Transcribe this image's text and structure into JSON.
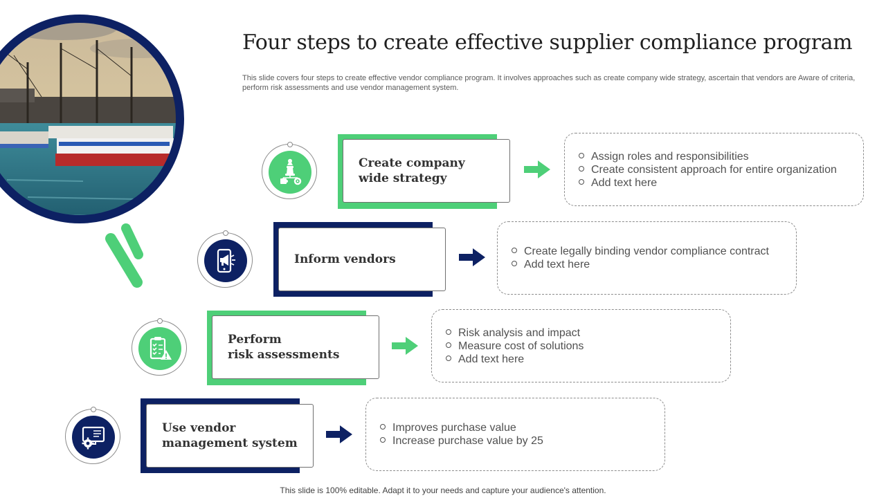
{
  "header": {
    "title": "Four steps to create effective supplier compliance program",
    "subtitle": "This slide covers four steps to create effective vendor compliance program. It involves approaches such as create company wide strategy, ascertain that vendors are Aware of criteria, perform risk assessments and use vendor management system."
  },
  "colors": {
    "green": "#4ecf78",
    "navy": "#0d2163"
  },
  "steps": [
    {
      "label": "Create company\nwide strategy",
      "icon": "strategy-chess-puzzle-icon",
      "theme": "green",
      "details": [
        "Assign roles and responsibilities",
        "Create consistent approach for entire organization",
        "Add text here"
      ]
    },
    {
      "label": "Inform vendors",
      "icon": "mobile-megaphone-icon",
      "theme": "navy",
      "details": [
        "Create legally  binding vendor compliance contract",
        "Add text here"
      ]
    },
    {
      "label": "Perform\nrisk assessments",
      "icon": "clipboard-warning-icon",
      "theme": "green",
      "details": [
        "Risk analysis and impact",
        "Measure cost of solutions",
        "Add text here"
      ]
    },
    {
      "label": "Use vendor\nmanagement system",
      "icon": "monitor-gear-icon",
      "theme": "navy",
      "details": [
        "Improves  purchase value",
        "Increase purchase value by 25"
      ]
    }
  ],
  "footer": {
    "text": "This slide is 100% editable. Adapt it to your needs and capture your audience's attention."
  }
}
